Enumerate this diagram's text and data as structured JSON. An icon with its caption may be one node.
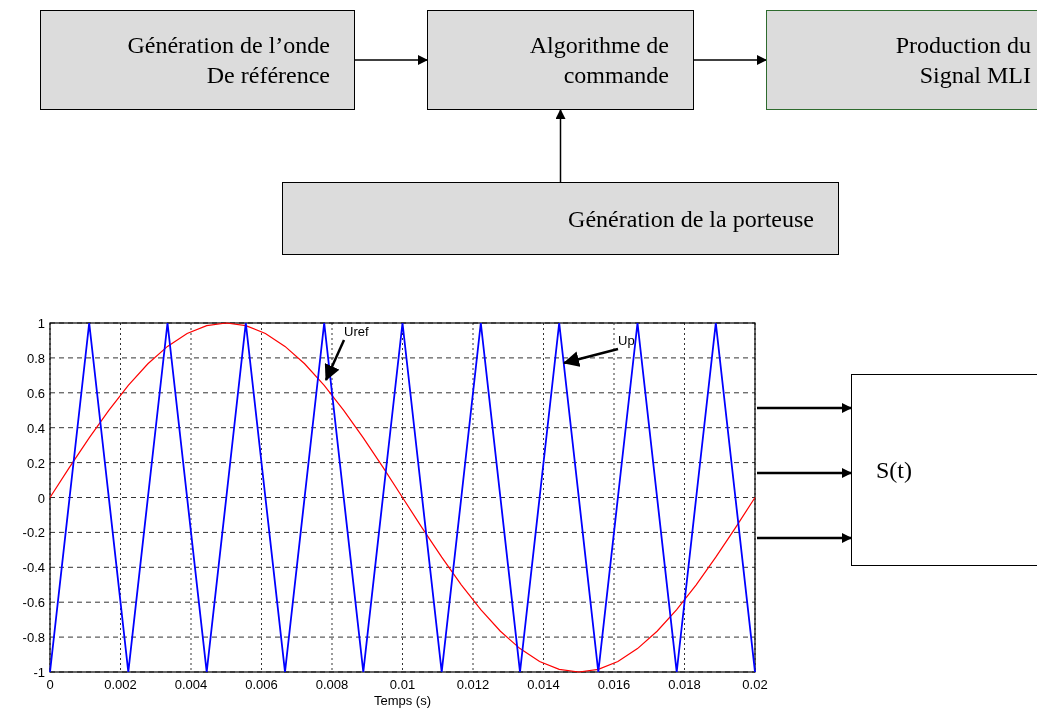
{
  "diagram": {
    "nodes": [
      {
        "text": [
          "Génération de l’onde De référence"
        ]
      },
      {
        "text": [
          "Algorithme de commande"
        ]
      },
      {
        "text": [
          "Production du Signal MLI"
        ]
      },
      {
        "text": [
          "Génération de la porteuse"
        ]
      },
      {
        "text": [
          "Uref"
        ]
      },
      {
        "text": [
          "Up"
        ]
      },
      {
        "text": [
          "S(t)"
        ]
      }
    ],
    "edges": [
      {
        "from": 0,
        "to": 1,
        "arrow": "to"
      },
      {
        "from": 1,
        "to": 2,
        "arrow": "to"
      },
      {
        "from": 3,
        "to": 1,
        "arrow": "to"
      },
      {
        "from": 4,
        "to": null,
        "arrow": "to"
      },
      {
        "from": 5,
        "to": null,
        "arrow": "to"
      },
      {
        "from": null,
        "to": 6,
        "arrow": "to"
      },
      {
        "from": null,
        "to": 6,
        "arrow": "to"
      },
      {
        "from": null,
        "to": 6,
        "arrow": "to"
      }
    ],
    "chart_data": {
      "type": "line",
      "xlabel": "Temps (s)",
      "x": [
        0,
        0.000556,
        0.001111,
        0.001667,
        0.002222,
        0.002778,
        0.003333,
        0.003889,
        0.004444,
        0.005,
        0.005556,
        0.006111,
        0.006667,
        0.007222,
        0.007778,
        0.008333,
        0.008889,
        0.009444,
        0.01,
        0.010556,
        0.011111,
        0.011667,
        0.012222,
        0.012778,
        0.013333,
        0.013889,
        0.014444,
        0.015,
        0.015556,
        0.016111,
        0.016667,
        0.017222,
        0.017778,
        0.018333,
        0.018889,
        0.019444,
        0.02
      ],
      "series": [
        {
          "color": "#ff0000",
          "values": [
            0,
            0.174,
            0.342,
            0.5,
            0.643,
            0.766,
            0.866,
            0.94,
            0.985,
            1,
            0.985,
            0.94,
            0.866,
            0.766,
            0.643,
            0.5,
            0.342,
            0.174,
            0,
            -0.174,
            -0.342,
            -0.5,
            -0.643,
            -0.766,
            -0.866,
            -0.94,
            -0.985,
            -1,
            -0.985,
            -0.94,
            -0.866,
            -0.766,
            -0.643,
            -0.5,
            -0.342,
            -0.174,
            0
          ]
        },
        {
          "color": "#0000ff",
          "values": [
            -1,
            0,
            1,
            0,
            -1,
            0,
            1,
            0,
            -1,
            0,
            1,
            0,
            -1,
            0,
            1,
            0,
            -1,
            0,
            1,
            0,
            -1,
            0,
            1,
            0,
            -1,
            0,
            1,
            0,
            -1,
            0,
            1,
            0,
            -1,
            0,
            1,
            0,
            -1
          ]
        }
      ],
      "grid": true,
      "xlim": [
        0,
        0.02
      ],
      "ylim": [
        -1,
        1
      ],
      "xticks": [
        0,
        0.002,
        0.004,
        0.006,
        0.008,
        0.01,
        0.012,
        0.014,
        0.016,
        0.018,
        0.02
      ],
      "yticks": [
        -1,
        -0.8,
        -0.6,
        -0.4,
        -0.2,
        0,
        0.2,
        0.4,
        0.6,
        0.8,
        1
      ]
    }
  }
}
